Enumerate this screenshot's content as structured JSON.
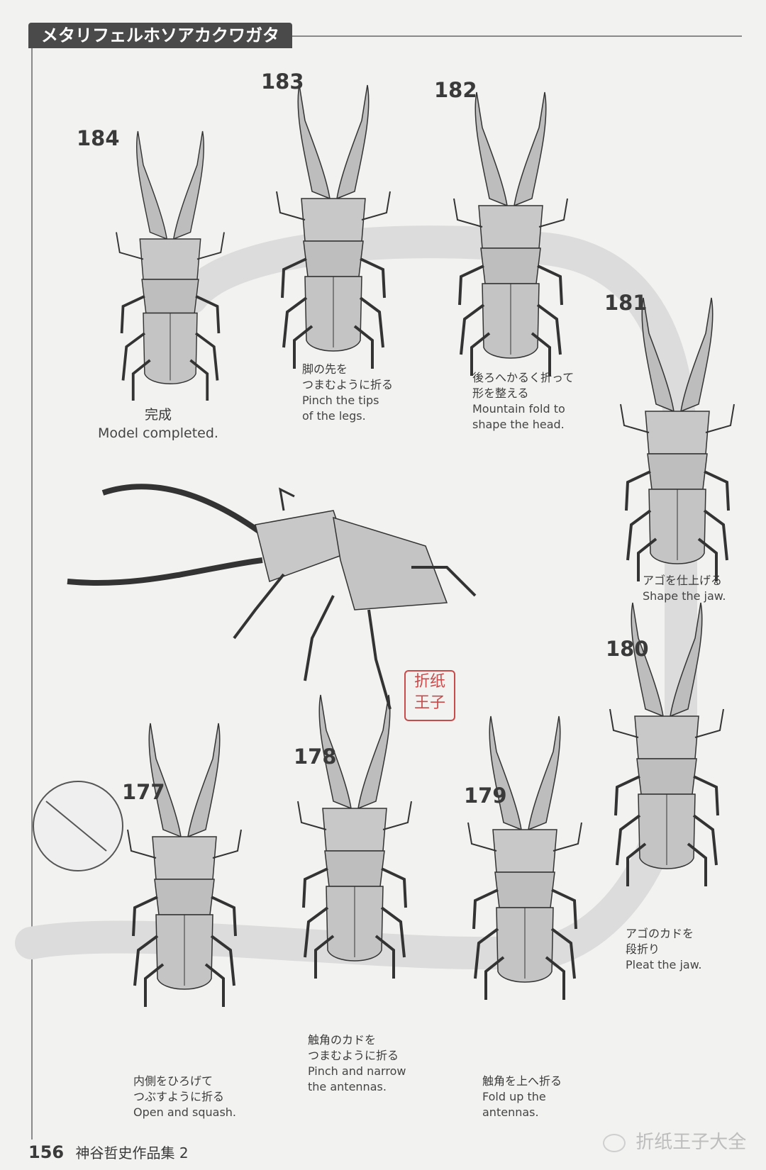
{
  "header": {
    "title": "メタリフェルホソアカクワガタ"
  },
  "steps": [
    {
      "num": "184",
      "ja": "完成",
      "en": "Model completed."
    },
    {
      "num": "183",
      "ja1": "脚の先を",
      "ja2": "つまむように折る",
      "en1": "Pinch the tips",
      "en2": "of the legs."
    },
    {
      "num": "182",
      "ja1": "後ろへかるく折って",
      "ja2": "形を整える",
      "en1": "Mountain fold to",
      "en2": "shape the head."
    },
    {
      "num": "181",
      "ja": "アゴを仕上げる",
      "en": "Shape the jaw."
    },
    {
      "num": "180",
      "ja1": "アゴのカドを",
      "ja2": "段折り",
      "en": "Pleat the jaw."
    },
    {
      "num": "179",
      "ja": "触角を上へ折る",
      "en1": "Fold up the",
      "en2": "antennas."
    },
    {
      "num": "178",
      "ja1": "触角のカドを",
      "ja2": "つまむように折る",
      "en1": "Pinch and narrow",
      "en2": "the antennas."
    },
    {
      "num": "177",
      "ja1": "内側をひろげて",
      "ja2": "つぶすように折る",
      "en": "Open and squash."
    }
  ],
  "seal": {
    "line1": "折纸",
    "line2": "王子"
  },
  "footer": {
    "page": "156",
    "book": "神谷哲史作品集 2"
  },
  "watermark": {
    "text": "折纸王子大全"
  }
}
